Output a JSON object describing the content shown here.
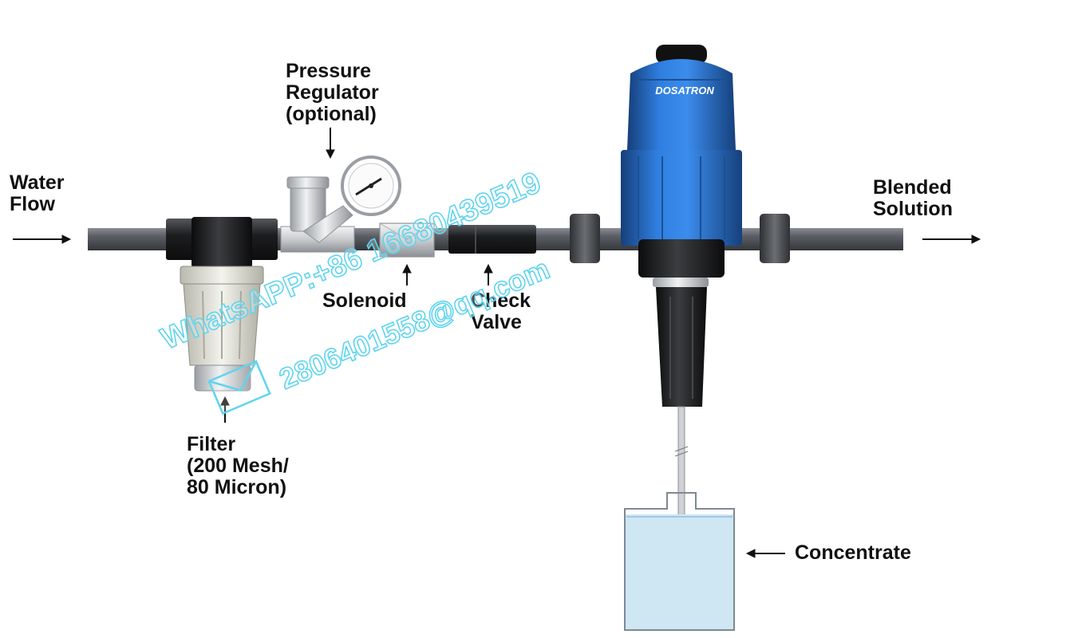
{
  "labels": {
    "water_flow": [
      "Water",
      "Flow"
    ],
    "pressure_regulator": [
      "Pressure",
      "Regulator",
      "(optional)"
    ],
    "solenoid": "Solenoid",
    "check_valve": [
      "Check",
      "Valve"
    ],
    "filter": [
      "Filter",
      "(200 Mesh/",
      "80 Micron)"
    ],
    "blended_solution": [
      "Blended",
      "Solution"
    ],
    "concentrate": "Concentrate"
  },
  "brand": "DOSATRON",
  "watermark": {
    "line1": "WhatsAPP:+86 16680439519",
    "line2": "2806401558@qq.com"
  },
  "colors": {
    "pipe": "#4a4d52",
    "dosatron_blue": "#2a6fc9",
    "watermark": "#5fd4ef",
    "liquid": "#cfe6f3"
  },
  "icons": [
    "arrow-right-icon",
    "arrow-up-icon",
    "arrow-down-icon",
    "arrow-left-icon",
    "mail-icon"
  ]
}
